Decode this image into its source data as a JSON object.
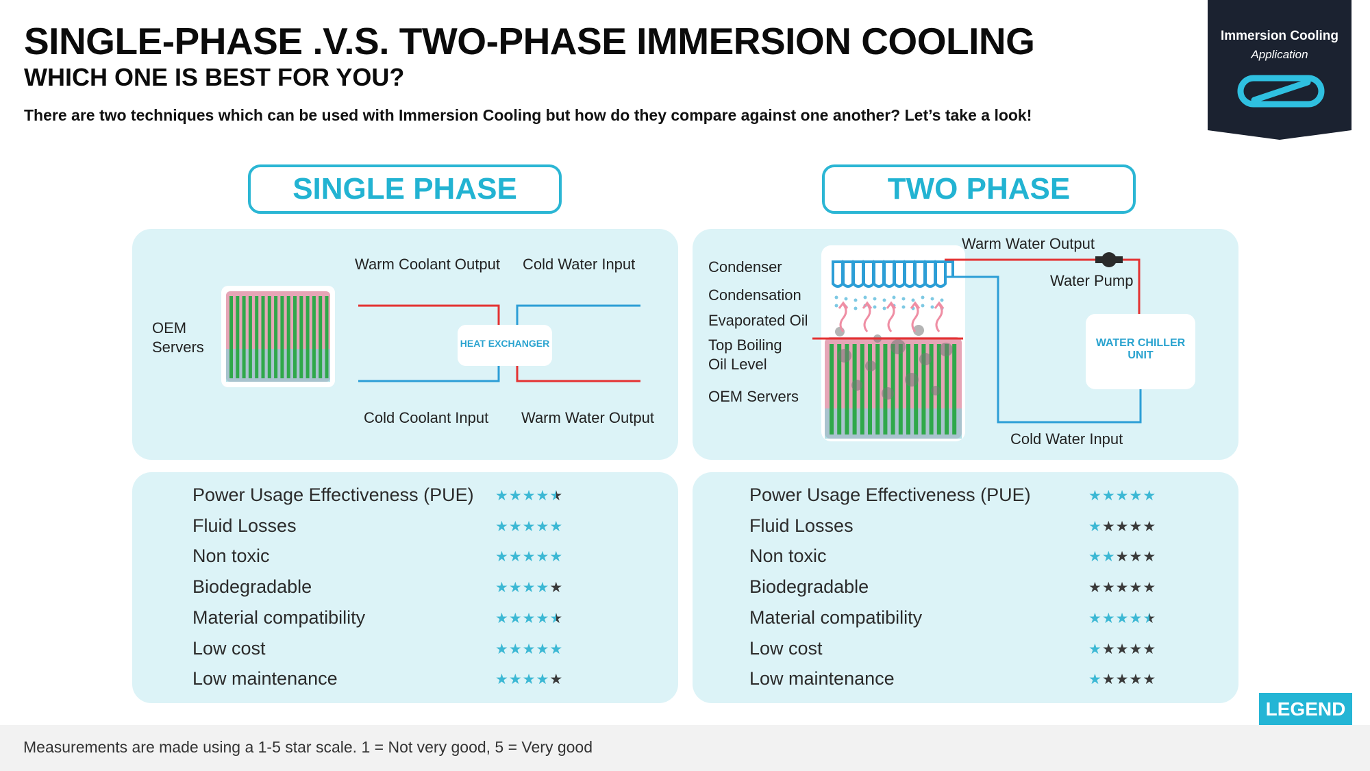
{
  "header": {
    "title": "SINGLE-PHASE .V.S. TWO-PHASE IMMERSION COOLING",
    "subtitle": "WHICH ONE IS BEST FOR YOU?",
    "intro": "There are two techniques which can be used with Immersion Cooling but how do they compare against one another? Let’s take a look!"
  },
  "badge": {
    "line1": "Immersion Cooling",
    "line2": "Application",
    "icon": "infinity-loop-icon"
  },
  "single_phase": {
    "title": "SINGLE PHASE",
    "diagram": {
      "oem_servers": "OEM\nServers",
      "warm_coolant_output": "Warm Coolant Output",
      "cold_water_input": "Cold Water Input",
      "heat_exchanger": "HEAT EXCHANGER",
      "cold_coolant_input": "Cold Coolant Input",
      "warm_water_output": "Warm Water Output"
    },
    "ratings": [
      {
        "label": "Power Usage Effectiveness (PUE)",
        "stars": 4.5
      },
      {
        "label": "Fluid Losses",
        "stars": 5
      },
      {
        "label": "Non toxic",
        "stars": 5
      },
      {
        "label": "Biodegradable",
        "stars": 4
      },
      {
        "label": "Material compatibility",
        "stars": 4.5
      },
      {
        "label": "Low cost",
        "stars": 5
      },
      {
        "label": "Low maintenance",
        "stars": 4
      }
    ]
  },
  "two_phase": {
    "title": "TWO PHASE",
    "diagram": {
      "condenser": "Condenser",
      "condensation": "Condensation",
      "evaporated_oil": "Evaporated Oil",
      "top_boiling": "Top Boiling\nOil Level",
      "oem_servers": "OEM Servers",
      "warm_water_output": "Warm Water Output",
      "water_pump": "Water Pump",
      "water_chiller_unit": "WATER CHILLER\nUNIT",
      "cold_water_input": "Cold Water Input"
    },
    "ratings": [
      {
        "label": "Power Usage Effectiveness (PUE)",
        "stars": 5
      },
      {
        "label": "Fluid Losses",
        "stars": 1
      },
      {
        "label": "Non toxic",
        "stars": 2
      },
      {
        "label": "Biodegradable",
        "stars": 0
      },
      {
        "label": "Material compatibility",
        "stars": 4.5
      },
      {
        "label": "Low cost",
        "stars": 1
      },
      {
        "label": "Low maintenance",
        "stars": 1
      }
    ]
  },
  "legend": {
    "button": "LEGEND"
  },
  "footer": {
    "note": "Measurements are made using a 1-5 star scale. 1 = Not very good, 5 = Very good"
  },
  "colors": {
    "accent": "#24b5d5",
    "panel": "#dcf3f7",
    "hot": "#e43232",
    "cold": "#2c9ed6",
    "badge": "#1b2230"
  }
}
